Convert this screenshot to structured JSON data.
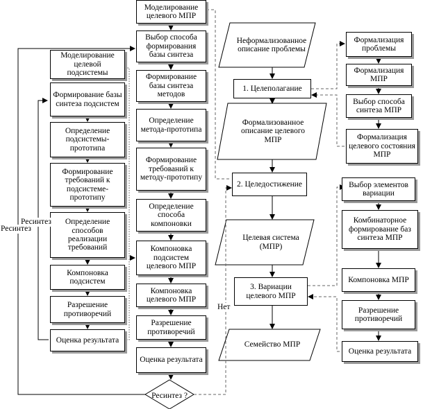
{
  "left_column": {
    "modeling": "Моделирование целевой подсистемы",
    "formation": "Формирование базы синтеза подсистем",
    "prototype": "Определение подсистемы-прототипа",
    "requirements": "Формирование требований к подсистеме-прототипу",
    "methods": "Определение способов реализации требований",
    "layout": "Компоновка подсистем",
    "resolve": "Разрешение противоречий",
    "evaluate": "Оценка результата"
  },
  "middle_column": {
    "modeling": "Моделирование целевого МПР",
    "choice": "Выбор способа формирования базы синтеза",
    "formation": "Формирование базы синтеза методов",
    "prototype": "Определение метода-прототипа",
    "requirements": "Формирование требований к методу-прототипу",
    "layout_method": "Определение способа компоновки",
    "layout_subsystems": "Компоновка подсистем целевого МПР",
    "layout_target": "Компоновка целевого МПР",
    "resolve": "Разрешение противоречий",
    "evaluate": "Оценка результата"
  },
  "center_column": {
    "unformalized": "Неформализованное описание проблемы",
    "goal_setting": "1. Целеполагание",
    "formalized": "Формализованное описание целевого МПР",
    "goal_achieving": "2. Целедостижение",
    "target_system": "Целевая система (МПР)",
    "variations": "3. Вариации целевого МПР",
    "family": "Семейство МПР"
  },
  "right_top": {
    "problem": "Формализация проблемы",
    "mpr": "Формализация МПР",
    "method_choice": "Выбор способа синтеза МПР",
    "target_state": "Формализация целевого состояния МПР"
  },
  "right_bottom": {
    "elements": "Выбор элементов вариации",
    "combinatorial": "Комбинаторное формирование баз синтеза МПР",
    "layout": "Компоновка МПР",
    "resolve": "Разрешение противоречий",
    "evaluate": "Оценка результата"
  },
  "decision": {
    "text": "Ресинтез ?",
    "no_label": "Нет",
    "loop_label_1": "Ресинтез",
    "loop_label_2": "Ресинтез"
  }
}
